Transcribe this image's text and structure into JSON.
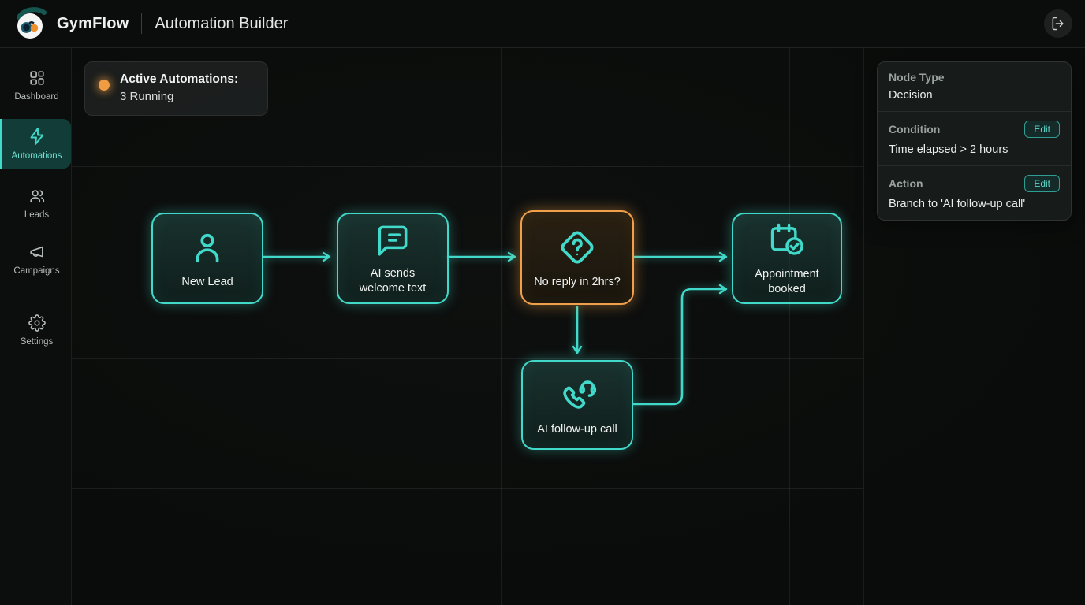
{
  "header": {
    "brand": "GymFlow",
    "title": "Automation Builder",
    "logout_icon": "logout-icon"
  },
  "sidebar": {
    "items": [
      {
        "label": "Dashboard",
        "icon": "dashboard-icon",
        "active": false
      },
      {
        "label": "Automations",
        "icon": "lightning-icon",
        "active": true
      },
      {
        "label": "Leads",
        "icon": "people-icon",
        "active": false
      },
      {
        "label": "Campaigns",
        "icon": "megaphone-icon",
        "active": false
      },
      {
        "label": "Settings",
        "icon": "gear-icon",
        "active": false
      }
    ]
  },
  "status_card": {
    "title": "Active Automations:",
    "subtitle": "3 Running"
  },
  "canvas": {
    "nodes": [
      {
        "id": "new-lead",
        "type": "step",
        "label": "New Lead",
        "icon": "person-icon"
      },
      {
        "id": "ai-welcome-text",
        "type": "step",
        "label": "AI sends\nwelcome text",
        "icon": "chat-bubble-icon"
      },
      {
        "id": "no-reply-decision",
        "type": "decision",
        "label": "No reply in 2hrs?",
        "icon": "question-diamond-icon",
        "selected": true
      },
      {
        "id": "appointment-booked",
        "type": "step",
        "label": "Appointment\nbooked",
        "icon": "calendar-check-icon"
      },
      {
        "id": "ai-follow-up-call",
        "type": "step",
        "label": "AI follow-up call",
        "icon": "phone-headset-icon"
      }
    ],
    "edges": [
      {
        "from": "new-lead",
        "to": "ai-welcome-text"
      },
      {
        "from": "ai-welcome-text",
        "to": "no-reply-decision"
      },
      {
        "from": "no-reply-decision",
        "to": "appointment-booked"
      },
      {
        "from": "no-reply-decision",
        "to": "ai-follow-up-call"
      },
      {
        "from": "ai-follow-up-call",
        "to": "appointment-booked"
      }
    ]
  },
  "inspector": {
    "sections": [
      {
        "label": "Node Type",
        "value": "Decision"
      },
      {
        "label": "Condition",
        "value": "Time elapsed > 2 hours",
        "button": "Edit"
      },
      {
        "label": "Action",
        "value": "Branch to 'AI follow-up call'",
        "button": "Edit"
      }
    ]
  },
  "colors": {
    "accent_teal": "#41d9c9",
    "accent_orange": "#f09c42",
    "status_dot": "#f09c42"
  }
}
